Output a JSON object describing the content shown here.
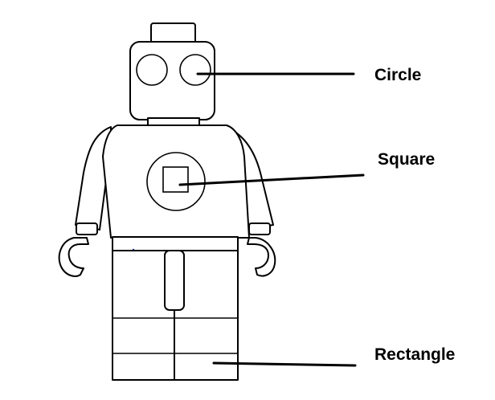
{
  "figure": {
    "subject": "lego-minifigure",
    "stroke_color": "#000000",
    "background_color": "#ffffff",
    "labels": [
      {
        "id": "circle",
        "text": "Circle",
        "points_to": "right-eye"
      },
      {
        "id": "square",
        "text": "Square",
        "points_to": "torso-square"
      },
      {
        "id": "rectangle",
        "text": "Rectangle",
        "points_to": "leg-rectangle"
      }
    ]
  }
}
